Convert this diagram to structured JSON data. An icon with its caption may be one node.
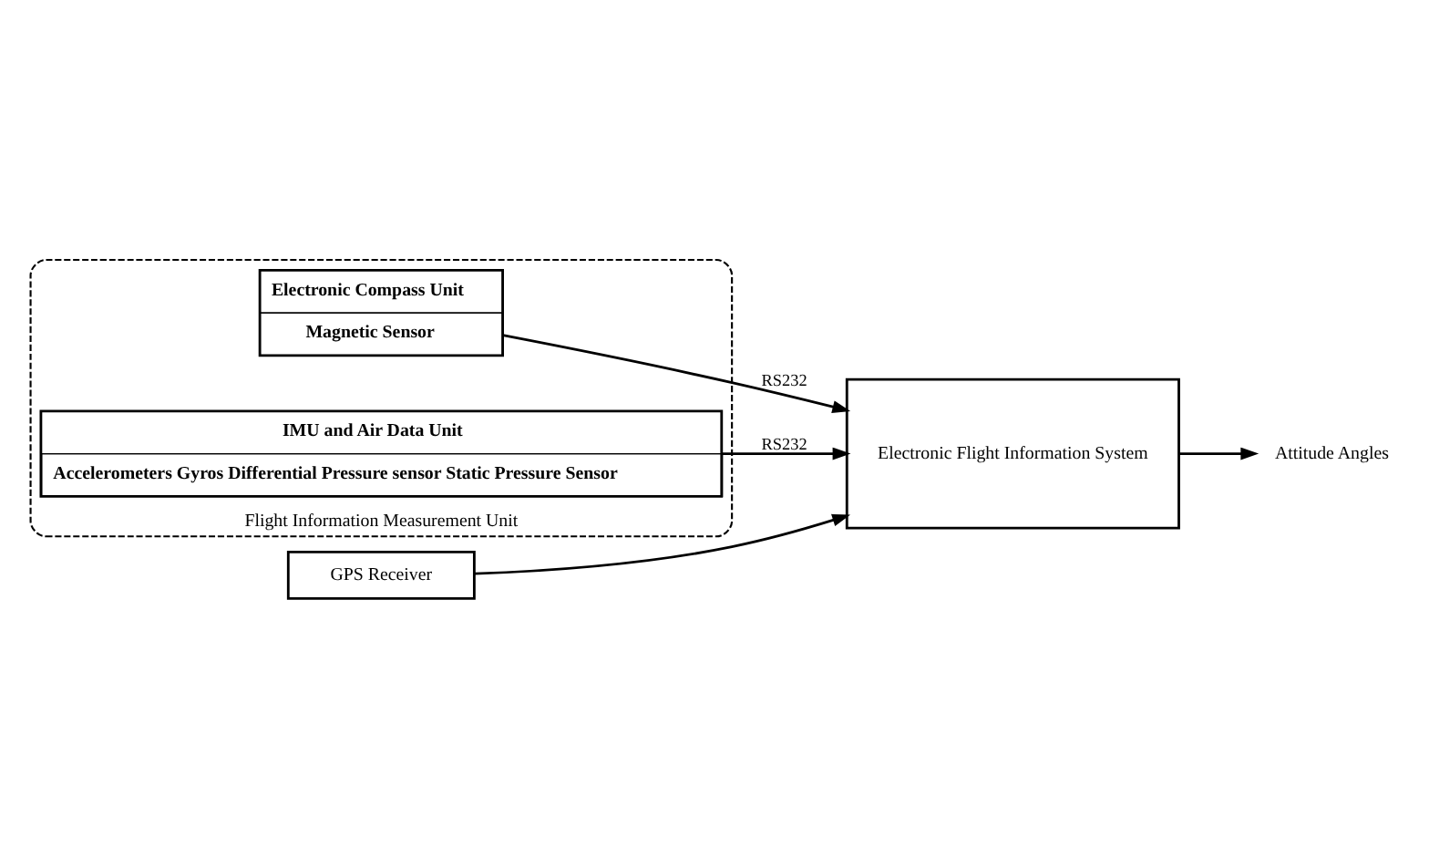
{
  "diagram": {
    "nodes": [
      {
        "text": [
          "Flight Information Measurement Unit"
        ]
      },
      {
        "text": [
          "Electronic Compass Unit",
          "Magnetic Sensor"
        ],
        "in": 0
      },
      {
        "text": [
          "IMU and Air Data Unit",
          "Accelerometers Gyros Differential Pressure sensor Static Pressure Sensor"
        ],
        "in": 0
      },
      {
        "text": [
          "GPS Receiver"
        ]
      },
      {
        "text": [
          "Electronic Flight Information System"
        ]
      },
      {
        "text": [
          "Attitude Angles"
        ]
      }
    ],
    "edges": [
      {
        "from": 1,
        "to": 4,
        "arrow": "to",
        "label": "RS232"
      },
      {
        "from": 2,
        "to": 4,
        "arrow": "to",
        "label": "RS232"
      },
      {
        "from": 3,
        "to": 4,
        "arrow": "to"
      },
      {
        "from": 4,
        "to": 5,
        "arrow": "to"
      }
    ]
  }
}
